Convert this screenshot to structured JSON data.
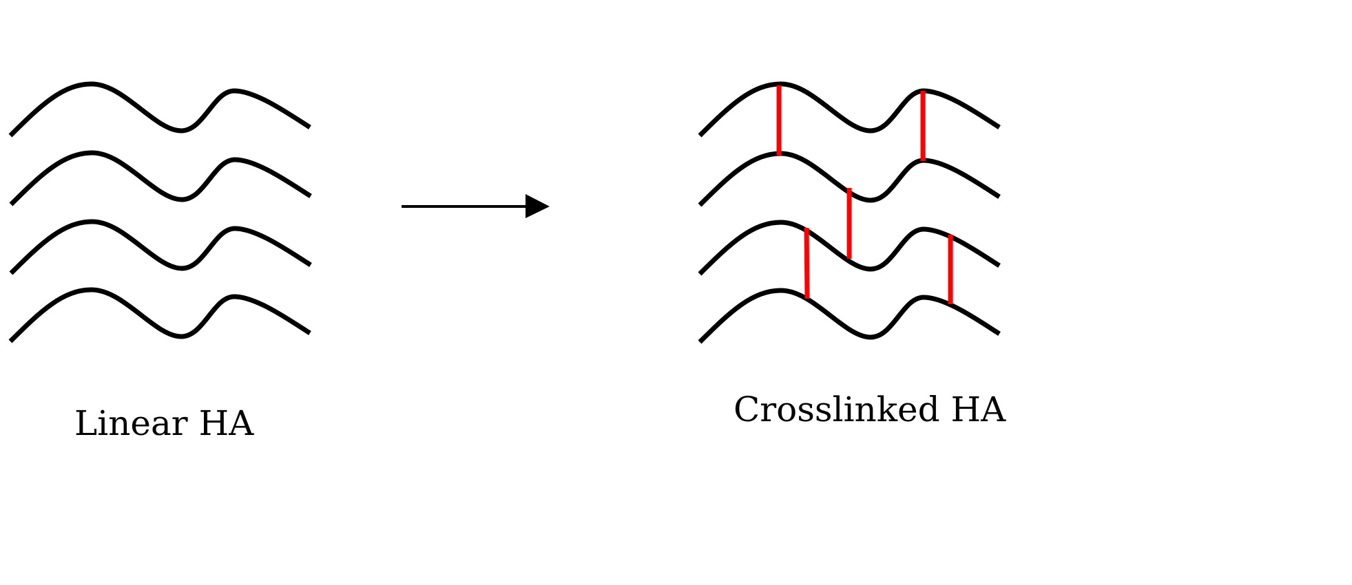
{
  "diagram": {
    "left_label": "Linear HA",
    "right_label": "Crosslinked HA",
    "chain_color": "#000000",
    "crosslink_color": "#ff0000",
    "arrow_color": "#000000",
    "chains_per_group": 4,
    "crosslinks": 5
  }
}
